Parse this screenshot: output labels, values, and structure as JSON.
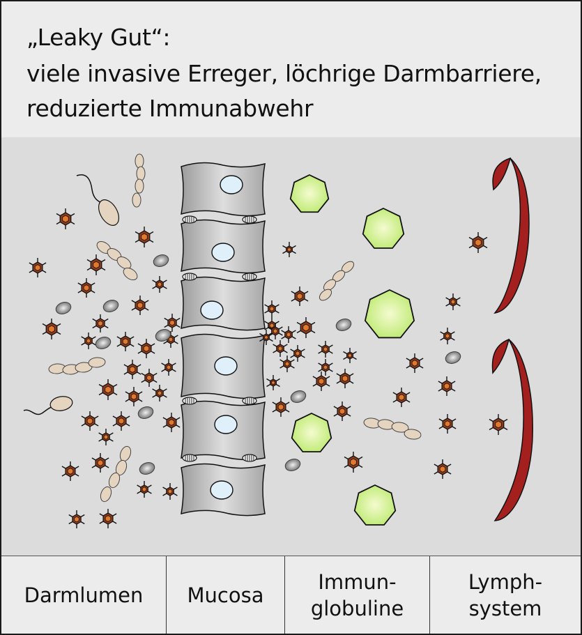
{
  "title": {
    "line1": "„Leaky Gut“:",
    "line2": "viele invasive Erreger, löchrige Darmbarriere,",
    "line3": "reduzierte Immunabwehr"
  },
  "labels": {
    "darmlumen": "Darmlumen",
    "mucosa": "Mucosa",
    "immun_1": "Immun-",
    "immun_2": "globuline",
    "lymph_1": "Lymph-",
    "lymph_2": "system"
  },
  "colors": {
    "lymph": "#a4201e",
    "immunoglobulin": "#d6f2a0",
    "cell": "#c4c4c4",
    "nucleus": "#dff0fa",
    "virus": "#8a3a1a",
    "bacterium": "#e4d4c0"
  }
}
